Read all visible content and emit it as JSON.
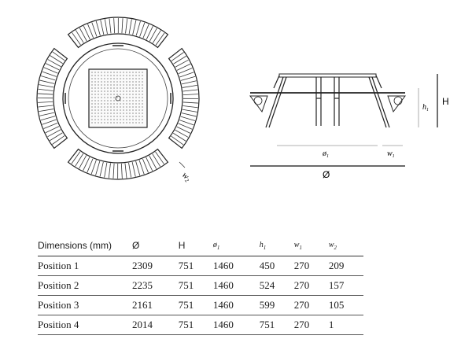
{
  "drawing": {
    "top_label_w2": "w",
    "top_label_w2_sub": "2",
    "side_label_phi1": "ø",
    "side_label_phi1_sub": "1",
    "side_label_w1": "w",
    "side_label_w1_sub": "1",
    "side_label_h1": "h",
    "side_label_h1_sub": "1",
    "side_label_H": "H",
    "side_label_diam": "Ø"
  },
  "table": {
    "headers": [
      "Dimensions (mm)",
      "Ø",
      "H",
      "ø",
      "h",
      "w",
      "w"
    ],
    "header_subs": [
      "",
      "",
      "",
      "1",
      "1",
      "1",
      "2"
    ],
    "rows": [
      [
        "Position 1",
        "2309",
        "751",
        "1460",
        "450",
        "270",
        "209"
      ],
      [
        "Position 2",
        "2235",
        "751",
        "1460",
        "524",
        "270",
        "157"
      ],
      [
        "Position 3",
        "2161",
        "751",
        "1460",
        "599",
        "270",
        "105"
      ],
      [
        "Position 4",
        "2014",
        "751",
        "1460",
        "751",
        "270",
        "1"
      ]
    ]
  }
}
